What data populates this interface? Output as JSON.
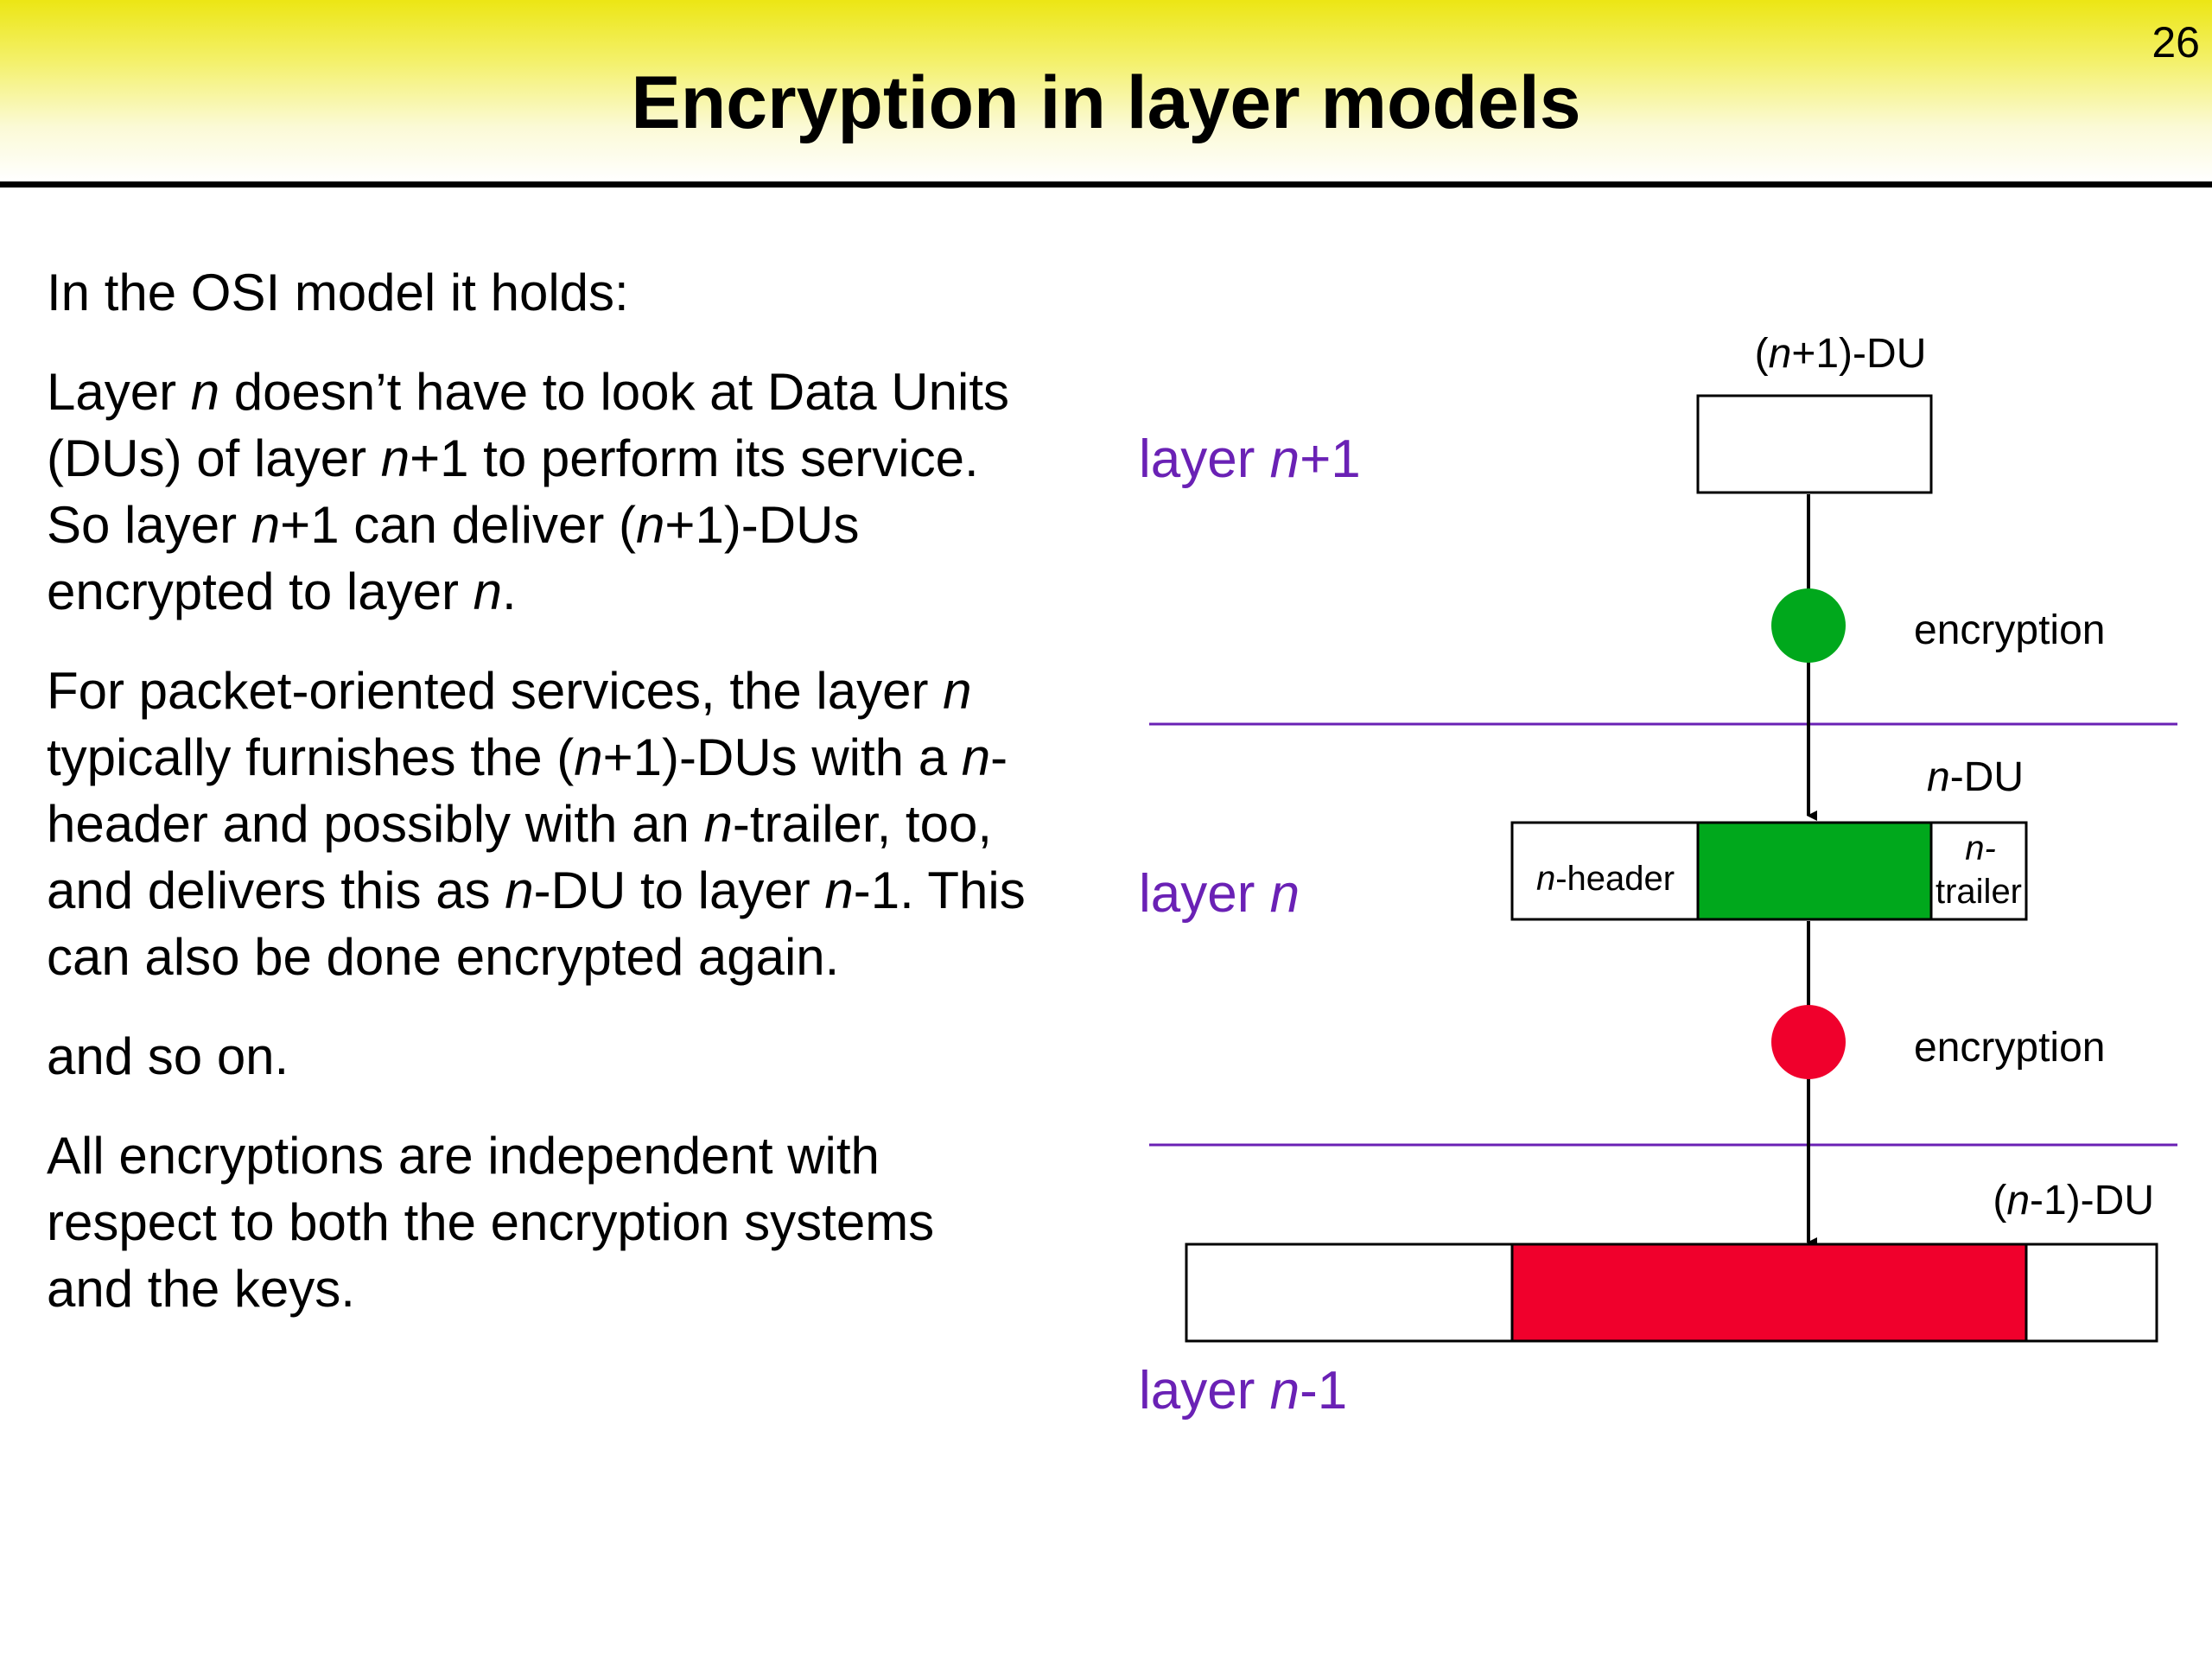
{
  "slide": {
    "title": "Encryption in layer models",
    "page_number": "26"
  },
  "text": {
    "p1": "In the OSI model it holds:",
    "p2": [
      {
        "t": "Layer "
      },
      {
        "t": "n",
        "i": true
      },
      {
        "t": " doesn’t have to look at Data Units (DUs) of layer "
      },
      {
        "t": "n",
        "i": true
      },
      {
        "t": "+1 to perform its service. So layer "
      },
      {
        "t": "n",
        "i": true
      },
      {
        "t": "+1 can deliver ("
      },
      {
        "t": "n",
        "i": true
      },
      {
        "t": "+1)-DUs encrypted to layer "
      },
      {
        "t": "n",
        "i": true
      },
      {
        "t": "."
      }
    ],
    "p3": [
      {
        "t": "For packet-oriented services, the layer "
      },
      {
        "t": "n",
        "i": true
      },
      {
        "t": " typically furnishes the ("
      },
      {
        "t": "n",
        "i": true
      },
      {
        "t": "+1)-DUs with a "
      },
      {
        "t": "n",
        "i": true
      },
      {
        "t": "-header and possibly with an "
      },
      {
        "t": "n",
        "i": true
      },
      {
        "t": "-trailer, too, and delivers this as "
      },
      {
        "t": "n",
        "i": true
      },
      {
        "t": "-DU to layer "
      },
      {
        "t": "n",
        "i": true
      },
      {
        "t": "-1. This can also be done encrypted again."
      }
    ],
    "p4": "and so on.",
    "p5": "All encryptions are independent with respect to both the encryption systems and the keys."
  },
  "diagram": {
    "layers": [
      {
        "prefix": "layer ",
        "var": "n",
        "suffix": "+1"
      },
      {
        "prefix": "layer ",
        "var": "n",
        "suffix": ""
      },
      {
        "prefix": "layer ",
        "var": "n",
        "suffix": "-1"
      }
    ],
    "du_labels": {
      "n_plus_1": {
        "open": "(",
        "var": "n",
        "rest": "+1)-DU"
      },
      "n": {
        "var": "n",
        "rest": "-DU"
      },
      "n_minus_1": {
        "open": "(",
        "var": "n",
        "rest": "-1)-DU"
      }
    },
    "header_label": {
      "var": "n",
      "rest": "-header"
    },
    "trailer_label": {
      "line1": "n-",
      "line2": "trailer"
    },
    "encryption_label": "encryption",
    "colors": {
      "layer_text": "#6a21b5",
      "separator": "#6a21b5",
      "green": "#00a81c",
      "red": "#f0002c"
    }
  }
}
